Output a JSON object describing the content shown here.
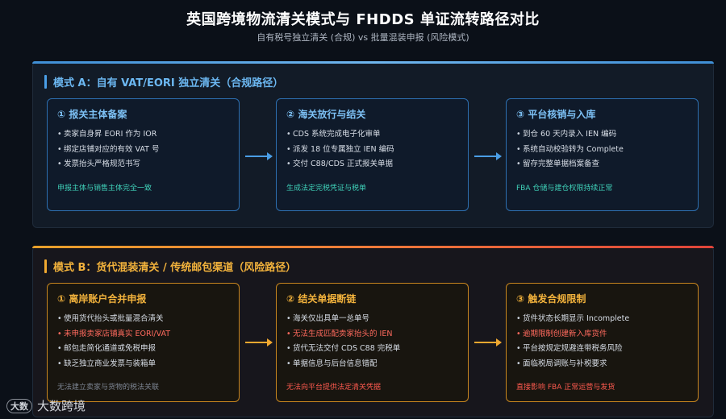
{
  "header": {
    "title": "英国跨境物流清关模式与 FHDDS 单证流转路径对比",
    "subtitle": "自有税号独立清关 (合规) vs 批量混装申报 (风险模式)"
  },
  "sections": [
    {
      "label": "模式 A：自有 VAT/EORI 独立清关（合规路径）",
      "accent": "#4a9ee6",
      "cards": [
        {
          "title": "① 报关主体备案",
          "items": [
            {
              "text": "卖家自身昇 EORI 作为 IOR"
            },
            {
              "text": "绑定店铺对应的有效 VAT 号"
            },
            {
              "text": "发票抬头严格规范书写"
            }
          ],
          "note": "申报主体与销售主体完全一致"
        },
        {
          "title": "② 海关放行与结关",
          "items": [
            {
              "text": "CDS 系统完成电子化审单"
            },
            {
              "text": "派发 18 位专属独立 IEN 编码"
            },
            {
              "text": "交付 C88/CDS 正式报关单据"
            }
          ],
          "note": "生成法定完税凭证与税单"
        },
        {
          "title": "③ 平台核销与入库",
          "items": [
            {
              "text": "到仓 60 天内录入 IEN 编码"
            },
            {
              "text": "系统自动校验转为 Complete"
            },
            {
              "text": "留存完整单据档案备查"
            }
          ],
          "note": "FBA 仓储与建仓权限持续正常"
        }
      ]
    },
    {
      "label": "模式 B：货代混装清关 / 传统邮包渠道（风险路径）",
      "accent": "#f0a830",
      "cards": [
        {
          "title": "① 离岸账户合并申报",
          "items": [
            {
              "text": "使用货代抬头或批量混合清关"
            },
            {
              "text": "未申报卖家店铺真实 EORI/VAT"
            },
            {
              "text": "邮包走简化通道或免税申报"
            },
            {
              "text": "缺乏独立商业发票与装箱单"
            }
          ],
          "note": "无法建立卖家与货物的税法关联"
        },
        {
          "title": "② 结关单据断链",
          "items": [
            {
              "text": "海关仅出具单一总单号"
            },
            {
              "text": "无法生成匹配卖家抬头的 IEN"
            },
            {
              "text": "货代无法交付 CDS C88 完税单"
            },
            {
              "text": "单据信息与后台信息错配"
            }
          ],
          "note": "无法向平台提供法定清关凭据"
        },
        {
          "title": "③ 触发合规限制",
          "items": [
            {
              "text": "货件状态长期显示 Incomplete"
            },
            {
              "text": "逾期限制创建新入库货件"
            },
            {
              "text": "平台按规定规避连带税务风险"
            },
            {
              "text": "面临税局调账与补税要求"
            }
          ],
          "note": "直接影响 FBA 正常运营与发货"
        }
      ]
    }
  ],
  "watermark": {
    "mark": "大数",
    "text": "大数跨境"
  }
}
